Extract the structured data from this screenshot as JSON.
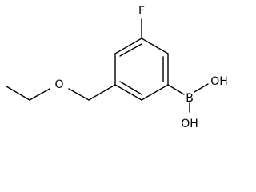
{
  "structure": {
    "atoms": {
      "fluorine": "F",
      "oxygen": "O",
      "boron": "B",
      "hydroxyl_top": "OH",
      "hydroxyl_bottom": "OH"
    }
  }
}
